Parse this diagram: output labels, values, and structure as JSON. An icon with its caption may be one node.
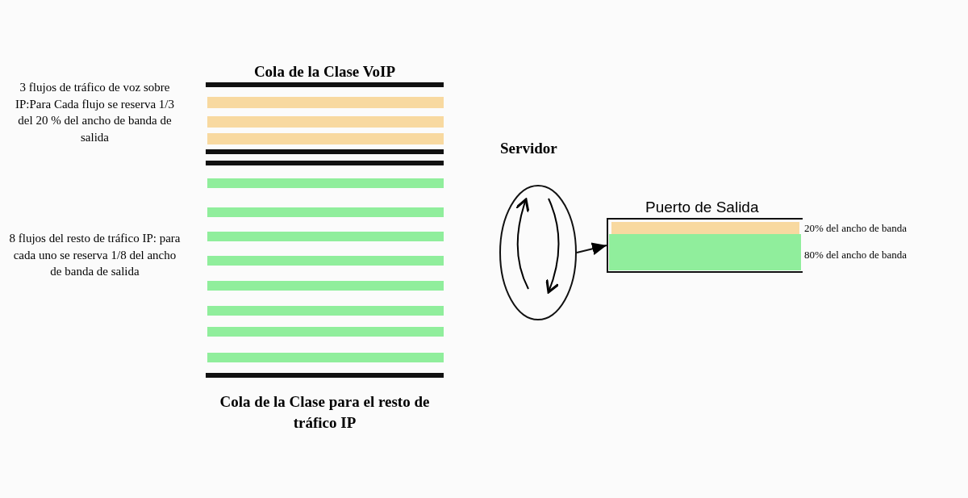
{
  "diagram": {
    "nodes": [
      {
        "text": [
          "Servidor"
        ]
      },
      {
        "text": [
          "Puerto de Salida"
        ],
        "beside": [
          "20% del ancho de banda",
          "80% del ancho de banda"
        ]
      }
    ],
    "edges": [
      {
        "from": 0,
        "to": 1,
        "arrow": "to"
      }
    ],
    "labels": [
      "3 flujos de tráfico de voz sobre IP:Para Cada flujo se reserva 1/3 del 20 % del ancho de banda de salida",
      "Cola de la Clase VoIP",
      "8 flujos del resto de tráfico IP: para cada uno se reserva 1/8 del ancho de banda de salida",
      "Cola de la Clase para el resto de tráfico IP"
    ]
  }
}
